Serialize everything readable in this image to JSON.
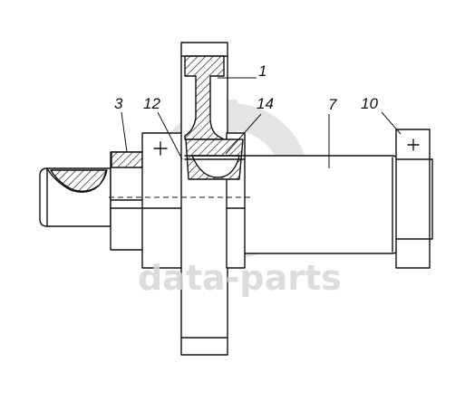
{
  "diagram": {
    "callouts": [
      {
        "id": "c1",
        "text": "1"
      },
      {
        "id": "c3",
        "text": "3"
      },
      {
        "id": "c12",
        "text": "12"
      },
      {
        "id": "c14",
        "text": "14"
      },
      {
        "id": "c7",
        "text": "7"
      },
      {
        "id": "c10",
        "text": "10"
      }
    ]
  },
  "watermark": {
    "text": "data-parts",
    "color": "#d6d6d6"
  },
  "colors": {
    "stroke": "#111111",
    "background": "#ffffff"
  }
}
